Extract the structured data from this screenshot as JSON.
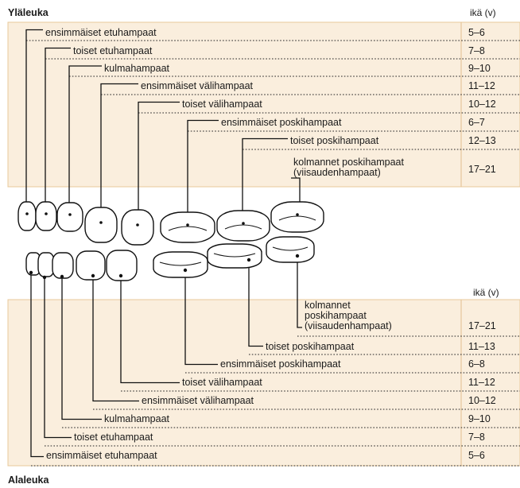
{
  "upper": {
    "title": "Yläleuka",
    "age_header": "ikä (v)",
    "rows": [
      {
        "label": [
          "ensimmäiset etuhampaat"
        ],
        "age": "5–6"
      },
      {
        "label": [
          "toiset etuhampaat"
        ],
        "age": "7–8"
      },
      {
        "label": [
          "kulmahampaat"
        ],
        "age": "9–10"
      },
      {
        "label": [
          "ensimmäiset välihampaat"
        ],
        "age": "11–12"
      },
      {
        "label": [
          "toiset välihampaat"
        ],
        "age": "10–12"
      },
      {
        "label": [
          "ensimmäiset poskihampaat"
        ],
        "age": "6–7"
      },
      {
        "label": [
          "toiset poskihampaat"
        ],
        "age": "12–13"
      },
      {
        "label": [
          "kolmannet poskihampaat",
          "(viisaudenhampaat)"
        ],
        "age": "17–21"
      }
    ]
  },
  "lower": {
    "title": "Alaleuka",
    "age_header": "ikä (v)",
    "rows": [
      {
        "label": [
          "kolmannet",
          "poskihampaat",
          "(viisaudenhampaat)"
        ],
        "age": "17–21"
      },
      {
        "label": [
          "toiset poskihampaat"
        ],
        "age": "11–13"
      },
      {
        "label": [
          "ensimmäiset poskihampaat"
        ],
        "age": "6–8"
      },
      {
        "label": [
          "toiset välihampaat"
        ],
        "age": "11–12"
      },
      {
        "label": [
          "ensimmäiset välihampaat"
        ],
        "age": "10–12"
      },
      {
        "label": [
          "kulmahampaat"
        ],
        "age": "9–10"
      },
      {
        "label": [
          "toiset etuhampaat"
        ],
        "age": "7–8"
      },
      {
        "label": [
          "ensimmäiset etuhampaat"
        ],
        "age": "5–6"
      }
    ]
  },
  "colors": {
    "panel_fill": "#faeedd",
    "panel_border": "#e8c89a",
    "line": "#111111"
  }
}
